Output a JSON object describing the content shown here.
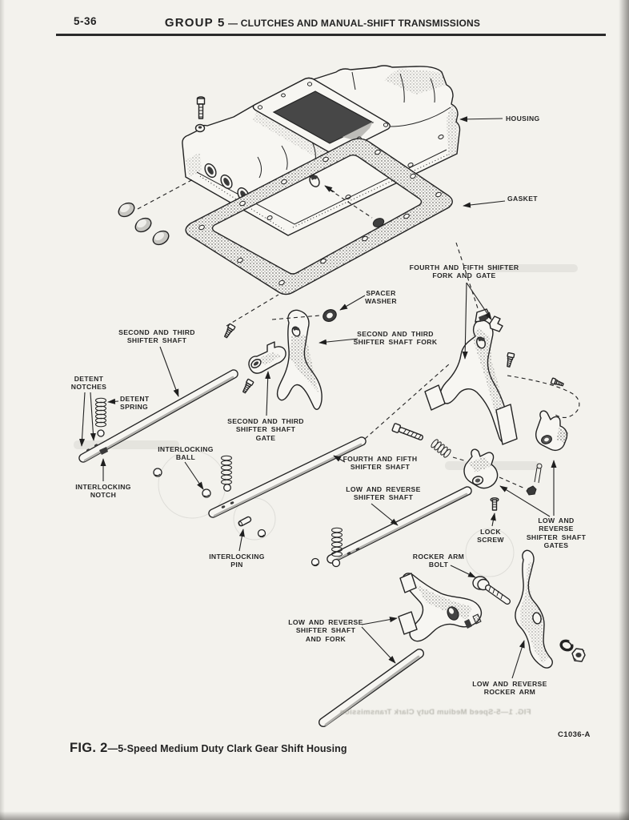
{
  "page": {
    "number": "5-36",
    "header": {
      "group": "GROUP 5",
      "title": " — CLUTCHES AND MANUAL-SHIFT TRANSMISSIONS"
    },
    "figure_code": "C1036-A",
    "caption": {
      "fig": "FIG. 2",
      "text": "—5-Speed Medium Duty Clark Gear Shift Housing"
    },
    "ghost_bleedthrough": "FIG. 1—5-Speed Medium Duty Clark Transmission"
  },
  "labels": {
    "housing": "HOUSING",
    "gasket": "GASKET",
    "fourth_fifth_fork_gate": "FOURTH AND FIFTH SHIFTER\nFORK AND GATE",
    "spacer_washer": "SPACER\nWASHER",
    "second_third_shaft": "SECOND AND THIRD\nSHIFTER SHAFT",
    "second_third_fork": "SECOND AND THIRD\nSHIFTER SHAFT FORK",
    "detent_notches": "DETENT\nNOTCHES",
    "detent_spring": "DETENT\nSPRING",
    "second_third_gate": "SECOND AND THIRD\nSHIFTER SHAFT\nGATE",
    "interlocking_ball": "INTERLOCKING\nBALL",
    "interlocking_notch": "INTERLOCKING\nNOTCH",
    "fourth_fifth_shaft": "FOURTH AND FIFTH\nSHIFTER SHAFT",
    "low_reverse_shaft": "LOW AND REVERSE\nSHIFTER SHAFT",
    "lock_screw": "LOCK\nSCREW",
    "low_reverse_gates": "LOW AND REVERSE\nSHIFTER SHAFT\nGATES",
    "interlocking_pin": "INTERLOCKING\nPIN",
    "rocker_arm_bolt": "ROCKER ARM\nBOLT",
    "low_reverse_fork": "LOW AND REVERSE\nSHIFTER SHAFT\nAND FORK",
    "low_reverse_rocker_arm": "LOW AND REVERSE\nROCKER ARM"
  },
  "colors": {
    "paper": "#f3f2ed",
    "ink": "#232323",
    "page_edge": "#b7b5b0"
  }
}
